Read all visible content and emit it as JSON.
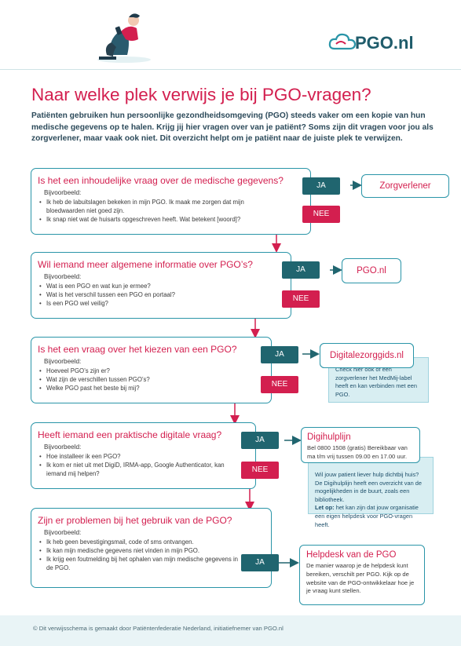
{
  "brand": {
    "logo_text": "PGO.nl",
    "primary": "#d31f4f",
    "teal": "#20656f",
    "accent": "#2a95a8"
  },
  "title": "Naar welke plek verwijs je bij PGO-vragen?",
  "intro": "Patiënten gebruiken hun persoonlijke gezondheidsomgeving (PGO) steeds vaker om een kopie van hun medische gegevens op te halen. Krijg jij hier vragen over van je patiënt? Soms zijn dit vragen voor jou als zorgverlener, maar vaak ook niet. Dit overzicht helpt om je patiënt naar de juiste plek te verwijzen.",
  "labels": {
    "yes": "JA",
    "no": "NEE",
    "example": "Bijvoorbeeld:"
  },
  "questions": [
    {
      "title": "Is het een inhoudelijke vraag over de medische gegevens?",
      "examples": [
        "Ik heb de labuitslagen bekeken in mijn PGO. Ik maak me zorgen dat mijn bloedwaarden niet goed zijn.",
        "Ik snap niet wat de huisarts opgeschreven heeft. Wat betekent [woord]?"
      ],
      "destination": "Zorgverlener"
    },
    {
      "title": "Wil iemand meer algemene informatie over PGO’s?",
      "examples": [
        "Wat is een PGO en wat kun je ermee?",
        "Wat is het verschil tussen een PGO en portaal?",
        "Is een PGO wel veilig?"
      ],
      "destination": "PGO.nl"
    },
    {
      "title": "Is het een vraag over het kiezen van een PGO?",
      "examples": [
        "Hoeveel PGO’s zijn er?",
        "Wat zijn de verschillen tussen PGO’s?",
        "Welke PGO past het beste bij mij?"
      ],
      "destination": "Digitalezorggids.nl",
      "note": "Check hier ook of een zorgverlener het MedMij-label heeft en kan verbinden met een PGO."
    },
    {
      "title": "Heeft iemand een praktische digitale vraag?",
      "examples": [
        "Hoe installeer ik een PGO?",
        "Ik kom er niet uit met DigiD, IRMA-app, Google Authenticator, kan iemand mij helpen?"
      ],
      "destination": "Digihulplijn",
      "destination_desc": "Bel 0800 1508 (gratis) Bereikbaar van ma t/m vrij tussen 09.00 en 17.00 uur.",
      "note": "Wil jouw patient liever hulp dichtbij huis? De Digihulplijn heeft een overzicht van de mogelijkheden in de buurt, zoals een bibliotheek.",
      "note_label": "Let op:",
      "note2": "het kan zijn dat jouw organisatie een eigen helpdesk voor PGO-vragen heeft."
    },
    {
      "title": "Zijn er problemen bij het gebruik van de PGO?",
      "examples": [
        "Ik heb geen bevestigingsmail, code of sms ontvangen.",
        "Ik kan mijn medische gegevens niet vinden in mijn PGO.",
        "Ik krijg een foutmelding bij het ophalen van mijn medische gegevens in de PGO."
      ],
      "destination": "Helpdesk van de PGO",
      "destination_desc": "De manier waarop je de helpdesk kunt bereiken, verschilt per PGO. Kijk op de website van de PGO-ontwikkelaar hoe je je vraag kunt stellen."
    }
  ],
  "footer": "© Dit verwijsschema is gemaakt door Patiëntenfederatie Nederland, initiatiefnemer van PGO.nl"
}
